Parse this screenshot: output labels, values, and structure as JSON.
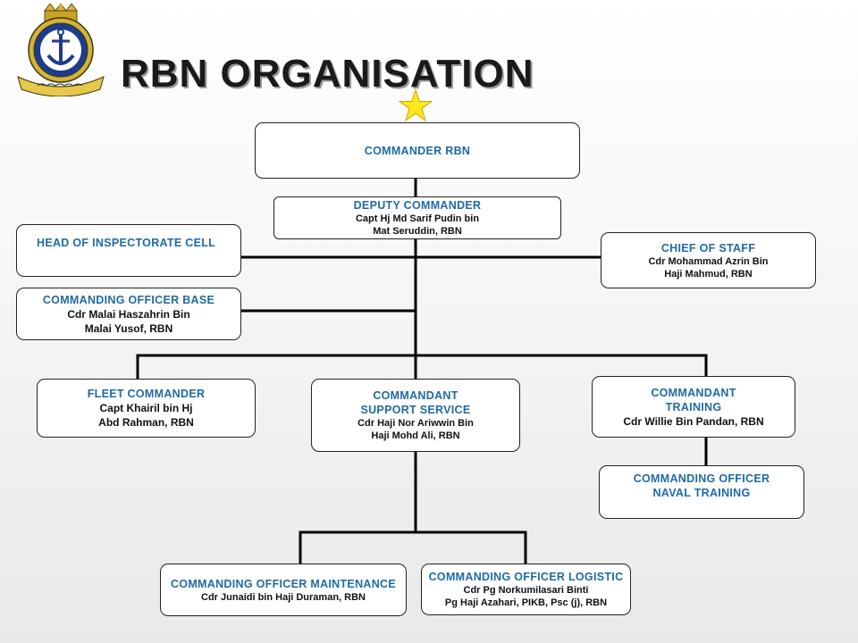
{
  "title": "RBN ORGANISATION",
  "emblem": {
    "icon": "rbn-naval-crest-icon"
  },
  "star": {
    "icon": "star-icon",
    "color": "#ffe81a"
  },
  "colors": {
    "role_text": "#1f6aa5",
    "name_text": "#111111",
    "line": "#000000"
  },
  "nodes": {
    "commander": {
      "role": "COMMANDER  RBN"
    },
    "deputy": {
      "role": "DEPUTY  COMMANDER",
      "name1": "Capt Hj Md Sarif Pudin bin",
      "name2": "Mat Seruddin, RBN"
    },
    "inspectorate": {
      "role": "HEAD  OF  INSPECTORATE  CELL"
    },
    "chief_of_staff": {
      "role": "CHIEF  OF  STAFF",
      "name1": "Cdr Mohammad Azrin Bin",
      "name2": "Haji Mahmud, RBN"
    },
    "co_base": {
      "role": "COMMANDING  OFFICER  BASE",
      "name1": "Cdr Malai  Haszahrin Bin",
      "name2": "Malai Yusof, RBN"
    },
    "fleet": {
      "role": "FLEET  COMMANDER",
      "name1": "Capt Khairil bin Hj",
      "name2": "Abd Rahman, RBN"
    },
    "support": {
      "role1": "COMMANDANT",
      "role2": "SUPPORT  SERVICE",
      "name1": "Cdr Haji Nor Ariwwin Bin",
      "name2": "Haji Mohd Ali, RBN"
    },
    "training": {
      "role1": "COMMANDANT",
      "role2": "TRAINING",
      "name1": "Cdr Willie Bin Pandan, RBN"
    },
    "naval_training": {
      "role1": "COMMANDING  OFFICER",
      "role2": "NAVAL  TRAINING"
    },
    "maintenance": {
      "role": "COMMANDING  OFFICER  MAINTENANCE",
      "name1": "Cdr Junaidi bin Haji Duraman, RBN"
    },
    "logistic": {
      "role": "COMMANDING  OFFICER  LOGISTIC",
      "name1": "Cdr Pg Norkumilasari Binti",
      "name2": "Pg Haji Azahari, PIKB,  Psc (j), RBN"
    }
  }
}
